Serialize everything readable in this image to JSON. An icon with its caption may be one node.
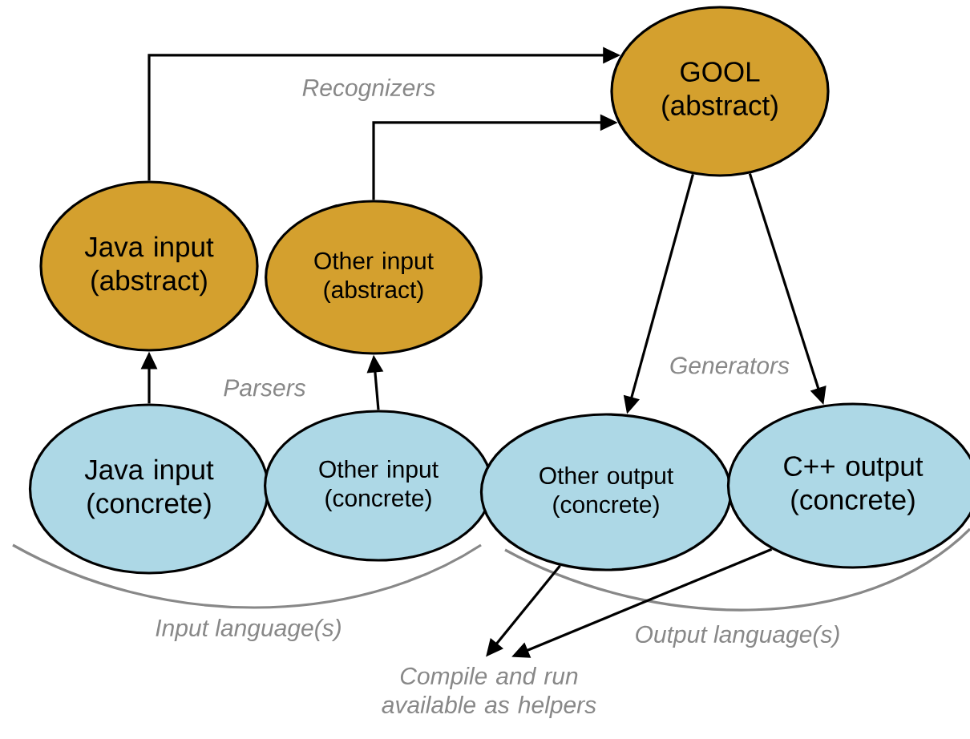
{
  "diagram": {
    "nodes": [
      {
        "text": [
          "GOOL (abstract)"
        ]
      },
      {
        "text": [
          "Java input (abstract)"
        ]
      },
      {
        "text": [
          "Other input (abstract)"
        ]
      },
      {
        "text": [
          "Java input (concrete)"
        ]
      },
      {
        "text": [
          "Other input (concrete)"
        ]
      },
      {
        "text": [
          "Other output (concrete)"
        ]
      },
      {
        "text": [
          "C++ output (concrete)"
        ]
      },
      {
        "text": [
          "Compile and run available as helpers"
        ]
      }
    ],
    "edges": [
      {
        "from": 3,
        "to": 1,
        "arrow": "to"
      },
      {
        "from": 4,
        "to": 2,
        "arrow": "to"
      },
      {
        "from": 1,
        "to": 0,
        "arrow": "to"
      },
      {
        "from": 2,
        "to": 0,
        "arrow": "to"
      },
      {
        "from": 0,
        "to": 5,
        "arrow": "to"
      },
      {
        "from": 0,
        "to": 6,
        "arrow": "to"
      },
      {
        "from": 5,
        "to": 7,
        "arrow": "to"
      },
      {
        "from": 6,
        "to": 7,
        "arrow": "to"
      }
    ],
    "labels": [
      "Recognizers",
      "Parsers",
      "Generators",
      "Input language(s)",
      "Output language(s)"
    ]
  }
}
